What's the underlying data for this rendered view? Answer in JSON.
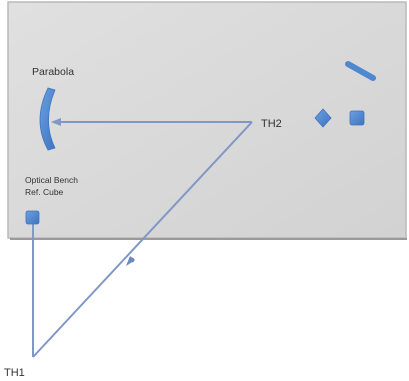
{
  "labels": {
    "parabola": "Parabola",
    "th2": "TH2",
    "bench_line1": "Optical Bench",
    "bench_line2": "Ref. Cube",
    "th1": "TH1"
  },
  "colors": {
    "bench_fill": "#d8d8d8",
    "bench_edge": "#b9b9b9",
    "beam": "#7f98c6",
    "component": "#4f87d1",
    "text": "#333333"
  },
  "icons": {
    "parabola": "curved-mirror",
    "reference_cube": "small-square",
    "arrowhead": "triangle-arrow",
    "mirror_bar": "tilted-bar",
    "diamond_component": "diamond",
    "square_component": "square"
  }
}
